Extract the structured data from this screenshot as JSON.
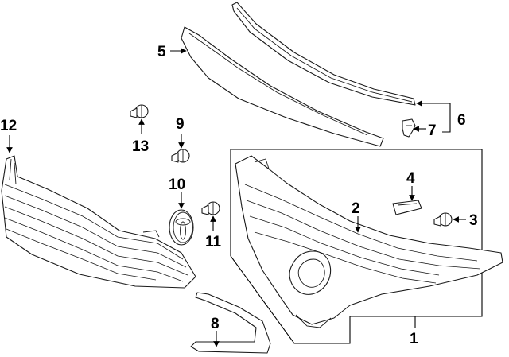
{
  "colors": {
    "line": "#1a1a1a",
    "background": "#ffffff"
  },
  "callouts": [
    {
      "label": "1"
    },
    {
      "label": "2"
    },
    {
      "label": "3"
    },
    {
      "label": "4"
    },
    {
      "label": "5"
    },
    {
      "label": "6"
    },
    {
      "label": "7"
    },
    {
      "label": "8"
    },
    {
      "label": "9"
    },
    {
      "label": "10"
    },
    {
      "label": "11"
    },
    {
      "label": "12"
    },
    {
      "label": "13"
    }
  ],
  "emblem": {
    "logo": "toyota-emblem-icon"
  }
}
